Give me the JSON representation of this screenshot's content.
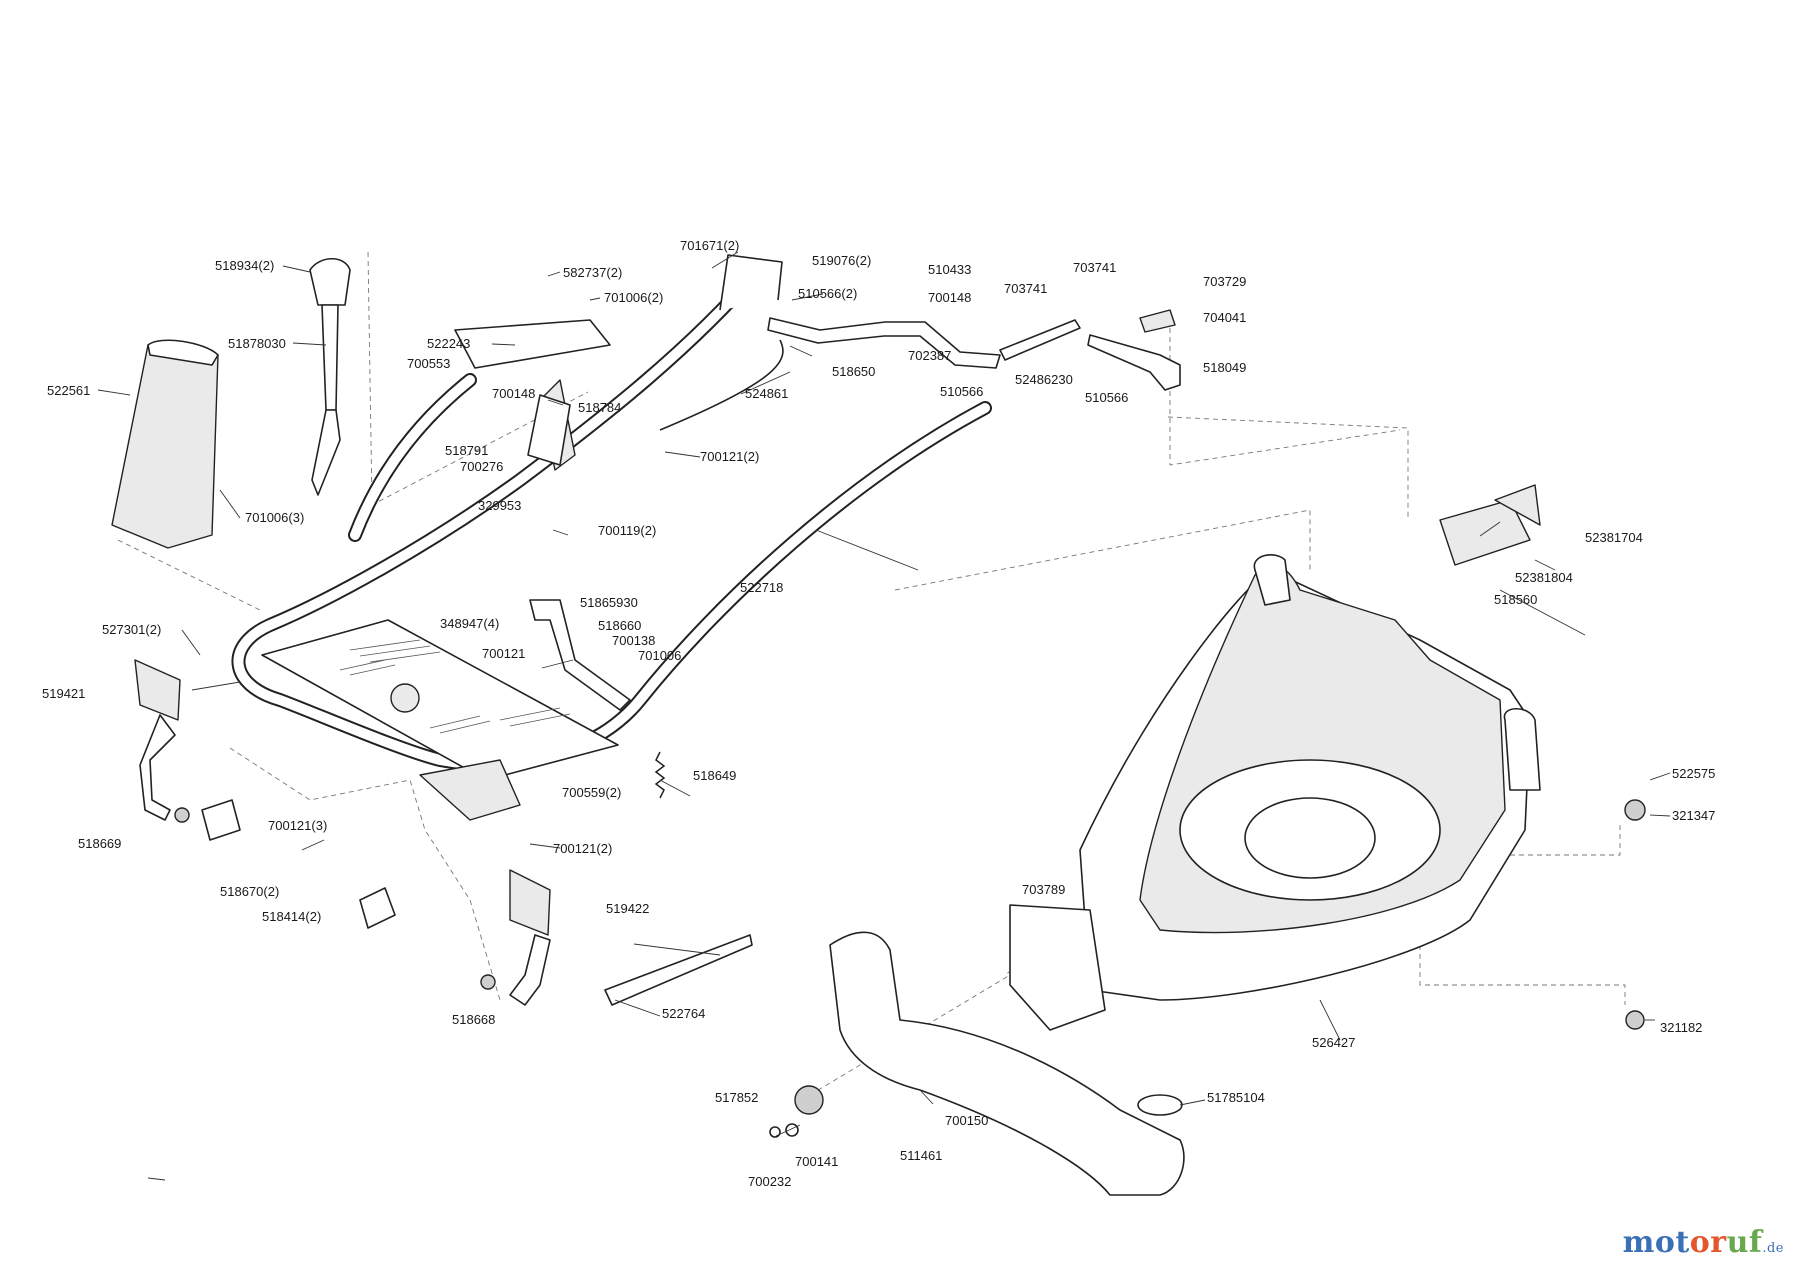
{
  "labels": {
    "p518934": "518934(2)",
    "p51878030": "51878030",
    "p522561": "522561",
    "p701006_3": "701006(3)",
    "p582737": "582737(2)",
    "p701006_2": "701006(2)",
    "p522243": "522243",
    "p700553": "700553",
    "p700148a": "700148",
    "p518784": "518784",
    "p518791": "518791",
    "p700276": "700276",
    "p329953": "329953",
    "p700119": "700119(2)",
    "p701671": "701671(2)",
    "p519076": "519076(2)",
    "p510566_2": "510566(2)",
    "p524861": "524861",
    "p700121_2a": "700121(2)",
    "p510433": "510433",
    "p700148b": "700148",
    "p518650": "518650",
    "p702387": "702387",
    "p703741a": "703741",
    "p703741b": "703741",
    "p510566a": "510566",
    "p52486230": "52486230",
    "p510566b": "510566",
    "p703729": "703729",
    "p704041": "704041",
    "p518049": "518049",
    "p522718": "522718",
    "p52381704": "52381704",
    "p52381804": "52381804",
    "p518560": "518560",
    "p527301": "527301(2)",
    "p348947": "348947(4)",
    "p51865930": "51865930",
    "p518660": "518660",
    "p700138": "700138",
    "p701006": "701006",
    "p700121": "700121",
    "p519421": "519421",
    "p518649": "518649",
    "p700559": "700559(2)",
    "p700121_3": "700121(3)",
    "p518669": "518669",
    "p700121_2b": "700121(2)",
    "p522575": "522575",
    "p321347": "321347",
    "p518670": "518670(2)",
    "p518414": "518414(2)",
    "p519422": "519422",
    "p703789": "703789",
    "p518668": "518668",
    "p522764": "522764",
    "p526427": "526427",
    "p321182": "321182",
    "p517852": "517852",
    "p511461": "511461",
    "p700150": "700150",
    "p51785104": "51785104",
    "p700141": "700141",
    "p700232": "700232"
  },
  "watermark": {
    "part1": "mot",
    "part2": "or",
    "part3": "uf",
    "tld": ".de",
    "colors": {
      "blue": "#3b6fb6",
      "orange": "#e4572e",
      "green": "#6aa84f"
    }
  }
}
